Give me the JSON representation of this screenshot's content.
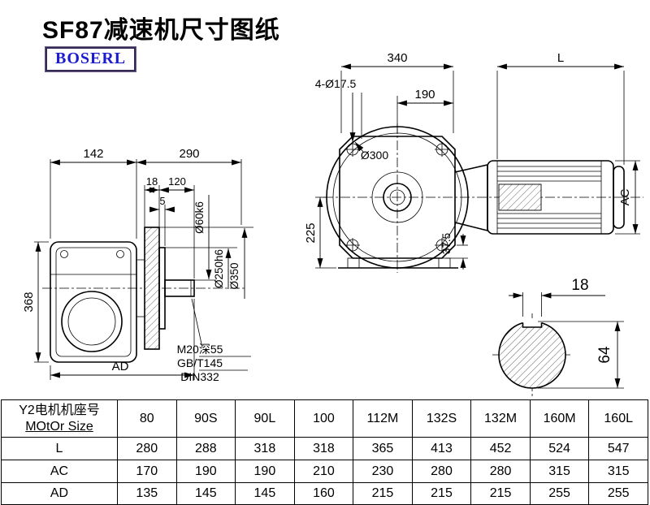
{
  "page": {
    "title": "SF87减速机尺寸图纸",
    "logo": "BOSERL"
  },
  "drawing": {
    "side": {
      "d142": "142",
      "d290": "290",
      "d18": "18",
      "d120": "120",
      "d5": "5",
      "d60": "Ø60k6",
      "d250": "Ø250h6",
      "d350": "Ø350",
      "d368": "368",
      "dAD": "AD",
      "note1": "M20深55",
      "note2": "GB/T145",
      "note3": "DIN332"
    },
    "front": {
      "d340": "340",
      "dL": "L",
      "dbolt": "4-Ø17.5",
      "d190": "190",
      "d300": "Ø300",
      "d225": "225",
      "d375": "37.5",
      "dAC": "AC"
    },
    "shaft": {
      "d18": "18",
      "d64": "64"
    }
  },
  "table": {
    "header_line1": "Y2电机机座号",
    "header_line2": "MOtOr Size",
    "columns": [
      "80",
      "90S",
      "90L",
      "100",
      "112M",
      "132S",
      "132M",
      "160M",
      "160L"
    ],
    "rows": [
      {
        "label": "L",
        "values": [
          "280",
          "288",
          "318",
          "318",
          "365",
          "413",
          "452",
          "524",
          "547"
        ]
      },
      {
        "label": "AC",
        "values": [
          "170",
          "190",
          "190",
          "210",
          "230",
          "280",
          "280",
          "315",
          "315"
        ]
      },
      {
        "label": "AD",
        "values": [
          "135",
          "145",
          "145",
          "160",
          "215",
          "215",
          "215",
          "255",
          "255"
        ]
      }
    ]
  }
}
